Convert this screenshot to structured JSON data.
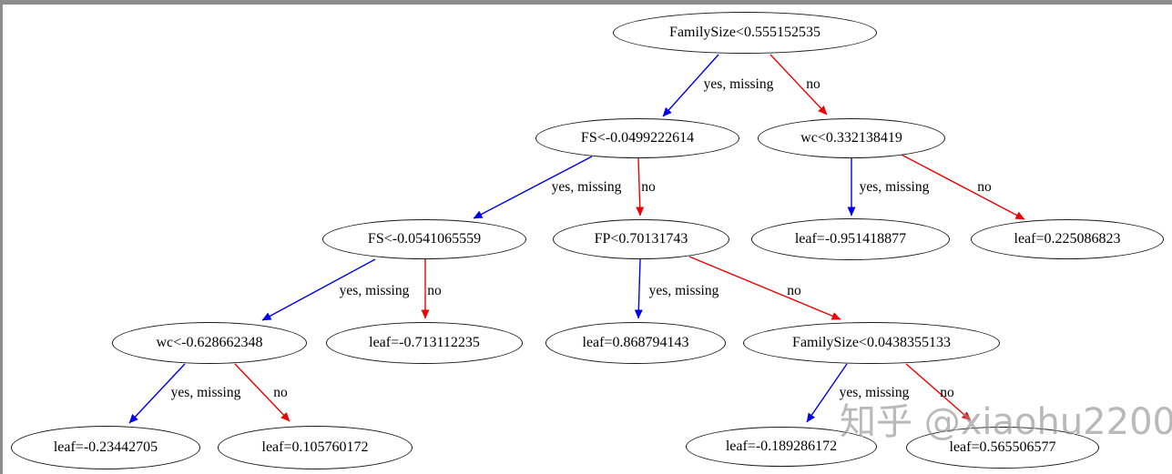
{
  "diagram": {
    "type": "decision-tree",
    "nodes": [
      {
        "id": "root",
        "label": "FamilySize<0.555152535",
        "kind": "split"
      },
      {
        "id": "n1",
        "label": "FS<-0.0499222614",
        "kind": "split"
      },
      {
        "id": "n2",
        "label": "wc<0.332138419",
        "kind": "split"
      },
      {
        "id": "n3",
        "label": "FS<-0.0541065559",
        "kind": "split"
      },
      {
        "id": "n4",
        "label": "FP<0.70131743",
        "kind": "split"
      },
      {
        "id": "n5",
        "label": "leaf=-0.951418877",
        "kind": "leaf"
      },
      {
        "id": "n6",
        "label": "leaf=0.225086823",
        "kind": "leaf"
      },
      {
        "id": "n7",
        "label": "wc<-0.628662348",
        "kind": "split"
      },
      {
        "id": "n8",
        "label": "leaf=-0.713112235",
        "kind": "leaf"
      },
      {
        "id": "n9",
        "label": "leaf=0.868794143",
        "kind": "leaf"
      },
      {
        "id": "n10",
        "label": "FamilySize<0.0438355133",
        "kind": "split"
      },
      {
        "id": "n11",
        "label": "leaf=-0.23442705",
        "kind": "leaf"
      },
      {
        "id": "n12",
        "label": "leaf=0.105760172",
        "kind": "leaf"
      },
      {
        "id": "n13",
        "label": "leaf=-0.189286172",
        "kind": "leaf"
      },
      {
        "id": "n14",
        "label": "leaf=0.565506577",
        "kind": "leaf"
      }
    ],
    "edges": [
      {
        "from": "root",
        "to": "n1",
        "label": "yes, missing",
        "branch": "yes"
      },
      {
        "from": "root",
        "to": "n2",
        "label": "no",
        "branch": "no"
      },
      {
        "from": "n1",
        "to": "n3",
        "label": "yes, missing",
        "branch": "yes"
      },
      {
        "from": "n1",
        "to": "n4",
        "label": "no",
        "branch": "no"
      },
      {
        "from": "n2",
        "to": "n5",
        "label": "yes, missing",
        "branch": "yes"
      },
      {
        "from": "n2",
        "to": "n6",
        "label": "no",
        "branch": "no"
      },
      {
        "from": "n3",
        "to": "n7",
        "label": "yes, missing",
        "branch": "yes"
      },
      {
        "from": "n3",
        "to": "n8",
        "label": "no",
        "branch": "no"
      },
      {
        "from": "n4",
        "to": "n9",
        "label": "yes, missing",
        "branch": "yes"
      },
      {
        "from": "n4",
        "to": "n10",
        "label": "no",
        "branch": "no"
      },
      {
        "from": "n7",
        "to": "n11",
        "label": "yes, missing",
        "branch": "yes"
      },
      {
        "from": "n7",
        "to": "n12",
        "label": "no",
        "branch": "no"
      },
      {
        "from": "n10",
        "to": "n13",
        "label": "yes, missing",
        "branch": "yes"
      },
      {
        "from": "n10",
        "to": "n14",
        "label": "no",
        "branch": "no"
      }
    ],
    "colors": {
      "yes_branch": "#0000ee",
      "no_branch": "#ee0000",
      "node_border": "#1a1a1a",
      "node_fill": "#ffffff",
      "text": "#000000"
    }
  },
  "frame": {
    "bar_color": "#8c8c8c"
  },
  "watermark": {
    "text": "知乎 @xiaohu2200",
    "color": "#8f8f8f"
  }
}
